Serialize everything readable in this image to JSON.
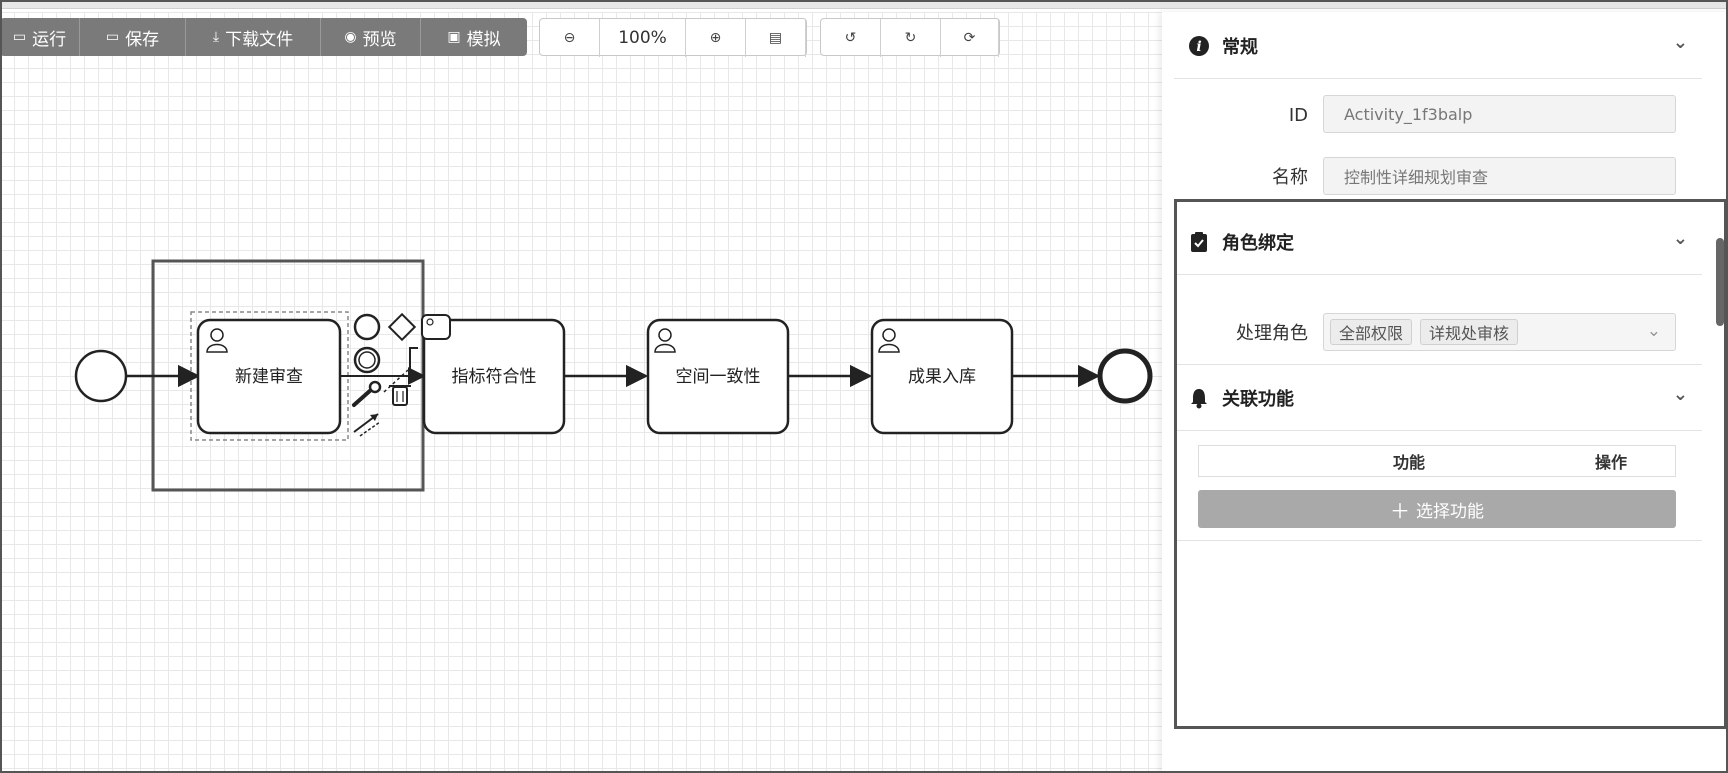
{
  "toolbar": {
    "run": "运行",
    "save": "保存",
    "download": "下载文件",
    "preview": "预览",
    "simulate": "模拟",
    "zoom_level": "100%"
  },
  "diagram": {
    "tasks": [
      {
        "name": "新建审查"
      },
      {
        "name": "指标符合性"
      },
      {
        "name": "空间一致性"
      },
      {
        "name": "成果入库"
      }
    ]
  },
  "panel": {
    "general": {
      "title": "常规",
      "id_label": "ID",
      "id_value": "Activity_1f3balp",
      "name_label": "名称",
      "name_value": "控制性详细规划审查"
    },
    "role_binding": {
      "title": "角色绑定",
      "role_label": "处理角色",
      "tags": [
        "全部权限",
        "详规处审核"
      ]
    },
    "functions": {
      "title": "关联功能",
      "col_function": "功能",
      "col_action": "操作",
      "add_button": "选择功能"
    }
  },
  "colors": {
    "toolbar_dark": "#7a7a7a",
    "button_gray": "#a9a9a9",
    "stroke": "#222222"
  }
}
